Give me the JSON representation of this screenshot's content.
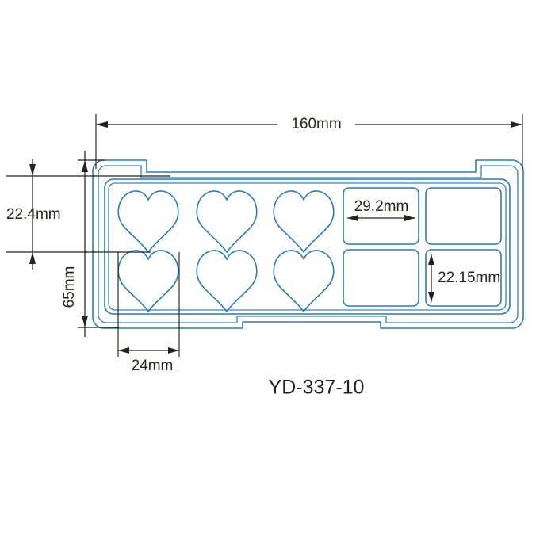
{
  "drawing": {
    "title": "YD-337-10",
    "model_number": "YD-337-10",
    "subject": "heart-shaped ice cube tray technical drawing",
    "colors": {
      "part_outline": "#2f7bb0",
      "part_outline_inner": "#3c86b8",
      "dimension": "#26231f",
      "background": "#ffffff"
    },
    "dimensions": {
      "overall_width": "160mm",
      "overall_height": "65mm",
      "top_margin": "22.4mm",
      "heart_width": "24mm",
      "square_cavity_width": "29.2mm",
      "square_cavity_height": "22.15mm"
    },
    "cavities": {
      "heart_count": 6,
      "square_count": 4,
      "heart_rows": 2,
      "heart_columns": 3,
      "square_rows": 2,
      "square_columns": 2
    }
  },
  "labels": {
    "width_160": "160mm",
    "top_offset_22_4": "22.4mm",
    "height_65": "65mm",
    "heart_width_24": "24mm",
    "square_width_29_2": "29.2mm",
    "square_height_22_15": "22.15mm",
    "model": "YD-337-10"
  }
}
